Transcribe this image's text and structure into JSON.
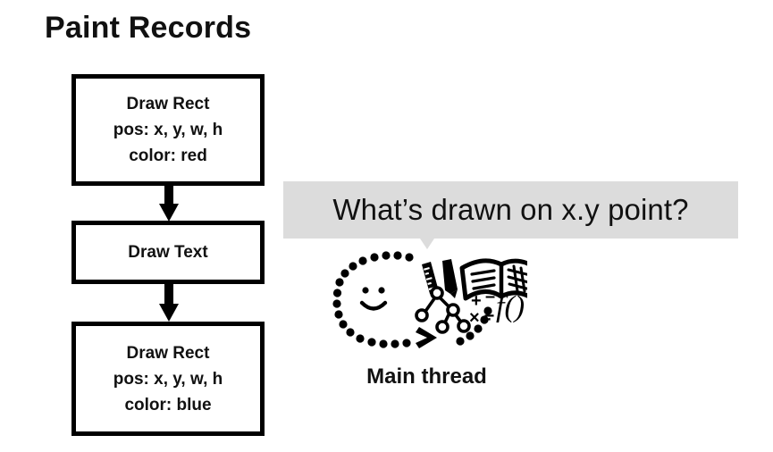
{
  "slide": {
    "title": "Paint Records",
    "background_color": "#ffffff",
    "ink_color": "#000000"
  },
  "paint_records": {
    "boxes": [
      {
        "id": "record-1",
        "lines": [
          "Draw Rect",
          "pos: x, y, w, h",
          "color: red"
        ],
        "command": "Draw Rect",
        "pos": "pos: x, y, w, h",
        "color": "color: red"
      },
      {
        "id": "record-2",
        "lines": [
          "Draw Text"
        ],
        "command": "Draw Text"
      },
      {
        "id": "record-3",
        "lines": [
          "Draw Rect",
          "pos: x, y, w, h",
          "color: blue"
        ],
        "command": "Draw Rect",
        "pos": "pos: x, y, w, h",
        "color": "color: blue"
      }
    ],
    "connector_icon": "down-arrow-icon"
  },
  "question": {
    "bubble_text": "What’s drawn on x.y point?",
    "bubble_background": "#dcdcdc",
    "tail_icon": "speech-bubble-tail-icon"
  },
  "thinking": {
    "label": "Main thread",
    "icons": [
      "dotted-thought-oval-icon",
      "smiley-face-icon",
      "chevron-arrowhead-icon",
      "ruler-icon",
      "pencil-icon",
      "open-book-icon",
      "node-tree-icon",
      "math-symbols-icon",
      "function-notation-icon"
    ],
    "function_notation": "f()",
    "math_symbols": [
      "+",
      "−",
      "×",
      "÷"
    ]
  }
}
